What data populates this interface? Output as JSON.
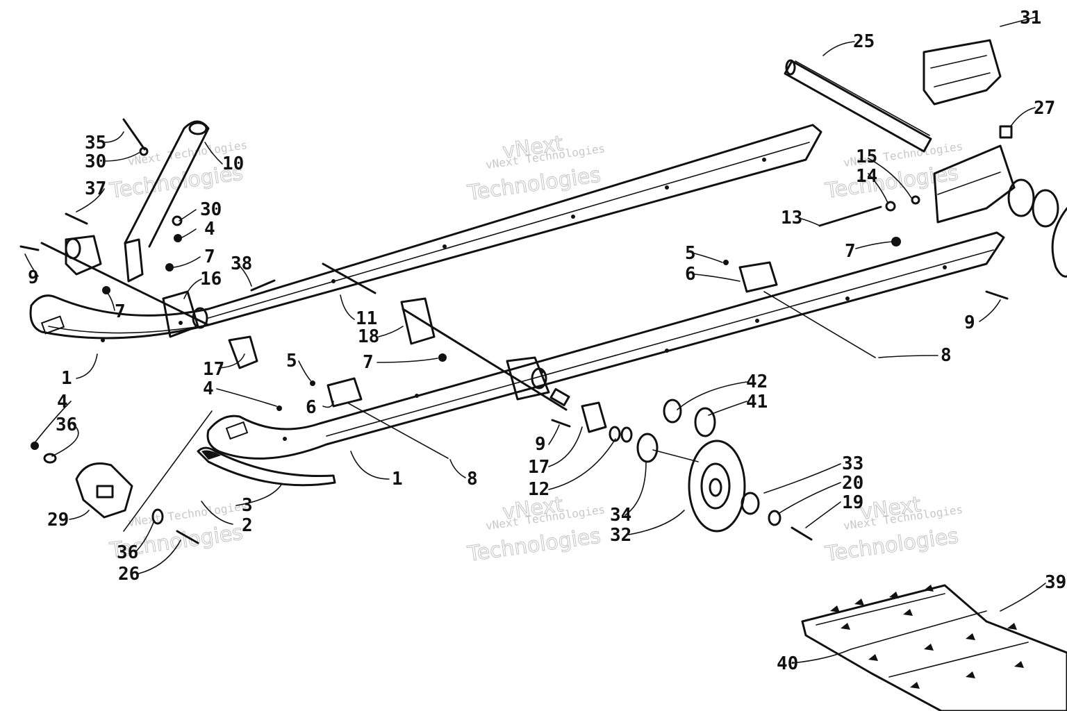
{
  "callouts": {
    "c1a": "1",
    "c1b": "1",
    "c2": "2",
    "c3": "3",
    "c4a": "4",
    "c4b": "4",
    "c4c": "4",
    "c5a": "5",
    "c5b": "5",
    "c6a": "6",
    "c6b": "6",
    "c7a": "7",
    "c7b": "7",
    "c7c": "7",
    "c7d": "7",
    "c8a": "8",
    "c8b": "8",
    "c9a": "9",
    "c9b": "9",
    "c9c": "9",
    "c10": "10",
    "c11": "11",
    "c12": "12",
    "c13": "13",
    "c14": "14",
    "c15": "15",
    "c16": "16",
    "c17a": "17",
    "c17b": "17",
    "c18": "18",
    "c19": "19",
    "c20": "20",
    "c25": "25",
    "c26": "26",
    "c27": "27",
    "c29": "29",
    "c30a": "30",
    "c30b": "30",
    "c31": "31",
    "c32": "32",
    "c33": "33",
    "c34": "34",
    "c35": "35",
    "c36a": "36",
    "c36b": "36",
    "c37": "37",
    "c38": "38",
    "c39": "39",
    "c40": "40",
    "c41": "41",
    "c42": "42"
  },
  "watermark": {
    "line1": "vNext Technologies",
    "line2": "vNext",
    "line3": "Technologies"
  },
  "colors": {
    "ink": "#111111",
    "watermark": "#9a9a9a",
    "background": "#ffffff"
  }
}
